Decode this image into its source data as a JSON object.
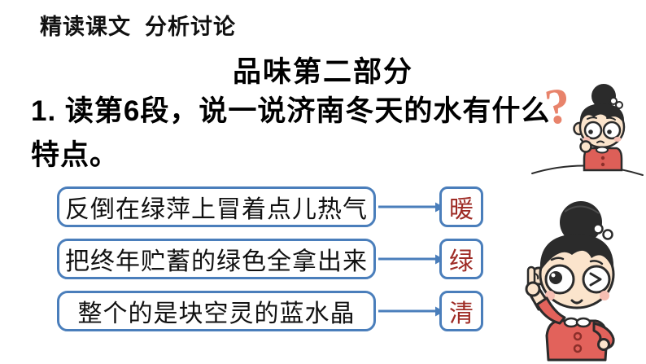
{
  "slide": {
    "header": "精读课文  分析讨论",
    "title": "品味第二部分",
    "question": {
      "line1": "1. 读第6段，说一说济南冬天的水有什么",
      "line2": "特点。",
      "full": "1. 读第6段，说一说济南冬天的水有什么特点。",
      "mark": "?"
    },
    "rows": [
      {
        "quote": "反倒在绿萍上冒着点儿热气",
        "feature": "暖"
      },
      {
        "quote": "把终年贮蓄的绿色全拿出来",
        "feature": "绿"
      },
      {
        "quote": "整个的是块空灵的蓝水晶",
        "feature": "清"
      }
    ],
    "colors": {
      "box_border": "#4a7ebb",
      "arrow": "#4a7ebb",
      "feature_text": "#9e2b25",
      "question_mark": "#e8836b",
      "body_text": "#111111",
      "background": "#ffffff"
    },
    "illustrations": {
      "puzzled_girl": "cartoon girl thinking with hand on chin beside a question mark",
      "winking_girl": "cartoon girl winking and pointing upward"
    }
  }
}
